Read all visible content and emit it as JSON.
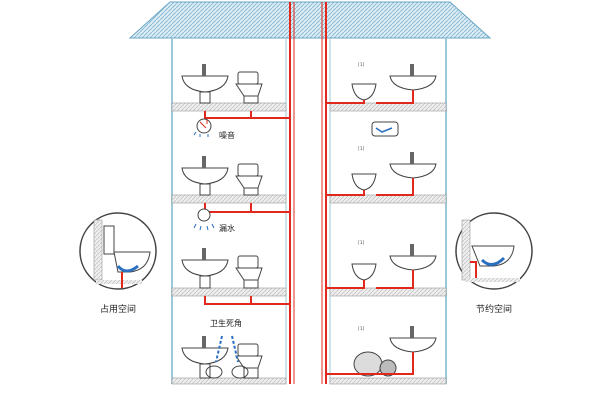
{
  "annotations": {
    "noise": "噪音",
    "leak": "漏水",
    "dead_corner": "卫生死角"
  },
  "side_labels": {
    "left": "占用空间",
    "right": "节约空间"
  },
  "fixture_tag": "[1]",
  "colors": {
    "pipe": "#e0281c",
    "roof": "#8fc4dc",
    "wall": "#9cc8d8",
    "floor": "#c8c8c8",
    "water": "#2a6fc0",
    "outline": "#444444"
  }
}
